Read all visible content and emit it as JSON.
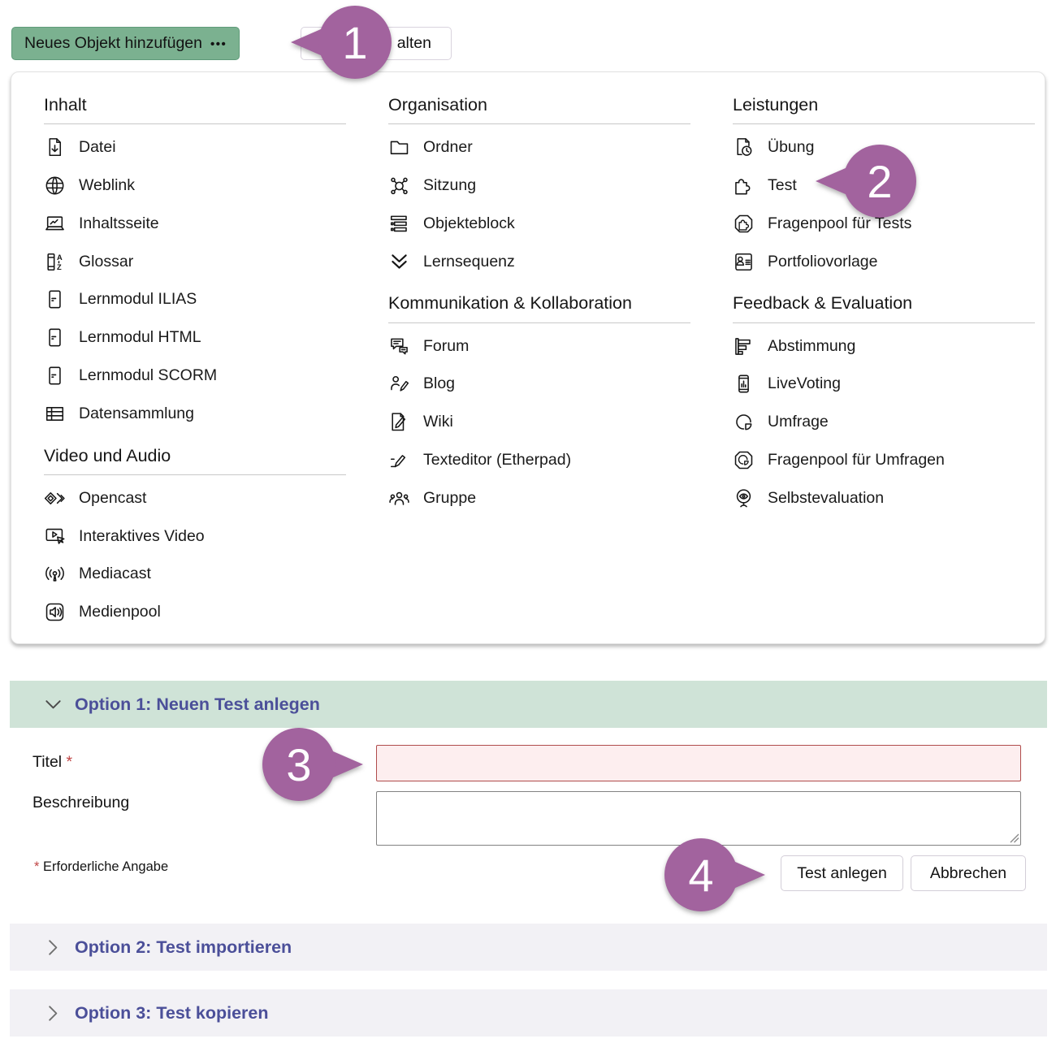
{
  "toolbar": {
    "add_button_label": "Neues Objekt hinzufügen",
    "add_button_ellipsis": "•••",
    "partial_button_label": "alten"
  },
  "menu": {
    "columns": [
      {
        "sections": [
          {
            "title": "Inhalt",
            "items": [
              {
                "icon": "file-icon",
                "label": "Datei"
              },
              {
                "icon": "globe-icon",
                "label": "Weblink"
              },
              {
                "icon": "content-page-icon",
                "label": "Inhaltsseite"
              },
              {
                "icon": "glossary-icon",
                "label": "Glossar"
              },
              {
                "icon": "learnmodule-icon",
                "label": "Lernmodul ILIAS"
              },
              {
                "icon": "learnmodule-icon",
                "label": "Lernmodul HTML"
              },
              {
                "icon": "learnmodule-icon",
                "label": "Lernmodul SCORM"
              },
              {
                "icon": "datacollection-icon",
                "label": "Datensammlung"
              }
            ]
          },
          {
            "title": "Video und Audio",
            "items": [
              {
                "icon": "opencast-icon",
                "label": "Opencast"
              },
              {
                "icon": "interactive-video-icon",
                "label": "Interaktives Video"
              },
              {
                "icon": "mediacast-icon",
                "label": "Mediacast"
              },
              {
                "icon": "mediapool-icon",
                "label": "Medienpool"
              }
            ]
          }
        ]
      },
      {
        "sections": [
          {
            "title": "Organisation",
            "items": [
              {
                "icon": "folder-icon",
                "label": "Ordner"
              },
              {
                "icon": "session-icon",
                "label": "Sitzung"
              },
              {
                "icon": "objectblock-icon",
                "label": "Objekteblock"
              },
              {
                "icon": "learnsequence-icon",
                "label": "Lernsequenz"
              }
            ]
          },
          {
            "title": "Kommunikation & Kollabo­ration",
            "items": [
              {
                "icon": "forum-icon",
                "label": "Forum"
              },
              {
                "icon": "blog-icon",
                "label": "Blog"
              },
              {
                "icon": "wiki-icon",
                "label": "Wiki"
              },
              {
                "icon": "etherpad-icon",
                "label": "Texteditor (Etherpad)"
              },
              {
                "icon": "group-icon",
                "label": "Gruppe"
              }
            ]
          }
        ]
      },
      {
        "sections": [
          {
            "title": "Leistungen",
            "items": [
              {
                "icon": "exercise-icon",
                "label": "Übung"
              },
              {
                "icon": "test-icon",
                "label": "Test"
              },
              {
                "icon": "questionpool-test-icon",
                "label": "Fragenpool für Tests"
              },
              {
                "icon": "portfolio-template-icon",
                "label": "Portfoliovorlage"
              }
            ]
          },
          {
            "title": "Feedback & Evaluation",
            "items": [
              {
                "icon": "vote-icon",
                "label": "Abstimmung"
              },
              {
                "icon": "livevoting-icon",
                "label": "LiveVoting"
              },
              {
                "icon": "survey-icon",
                "label": "Umfrage"
              },
              {
                "icon": "questionpool-survey-icon",
                "label": "Fragenpool für Umfragen"
              },
              {
                "icon": "selfevaluation-icon",
                "label": "Selbstevaluation"
              }
            ]
          }
        ]
      }
    ]
  },
  "callouts": [
    {
      "number": "1"
    },
    {
      "number": "2"
    },
    {
      "number": "3"
    },
    {
      "number": "4"
    }
  ],
  "form": {
    "option1_title": "Option 1: Neuen Test anlegen",
    "title_label": "Titel",
    "required_marker": "*",
    "title_value": "",
    "description_label": "Beschreibung",
    "description_value": "",
    "required_note": "Erforderliche Angabe",
    "submit_label": "Test anlegen",
    "cancel_label": "Abbrechen",
    "option2_title": "Option 2: Test importieren",
    "option3_title": "Option 3: Test kopieren"
  },
  "colors": {
    "accent_green": "#7bb190",
    "header_green": "#cfe3d7",
    "purple_heading": "#4b4f99",
    "callout_purple": "#a2639e",
    "error_border_red": "#b04c4c",
    "error_bg_pink": "#fdeeef",
    "required_red": "#c04545",
    "collapsed_bar_gray": "#f2f1f5"
  }
}
